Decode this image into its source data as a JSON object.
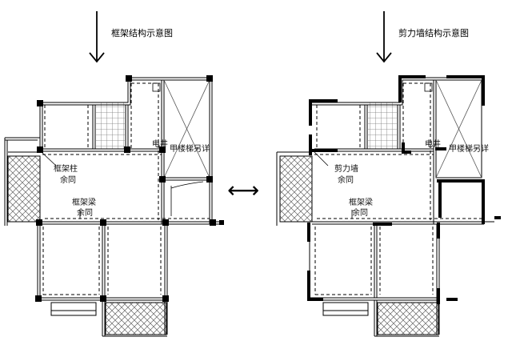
{
  "left_plan": {
    "title": "框架结构示意图",
    "column_label": "框架柱",
    "column_note": "余同",
    "beam_label": "框架梁",
    "beam_note": "余同",
    "shaft_label": "电井",
    "stair_label": "甲楼梯另详"
  },
  "right_plan": {
    "title": "剪力墙结构示意图",
    "wall_label": "剪力墙",
    "wall_note": "余同",
    "beam_label": "框架梁",
    "beam_note": "余同",
    "shaft_label": "电井",
    "stair_label": "甲楼梯另详"
  },
  "compare_symbol": "⟷"
}
